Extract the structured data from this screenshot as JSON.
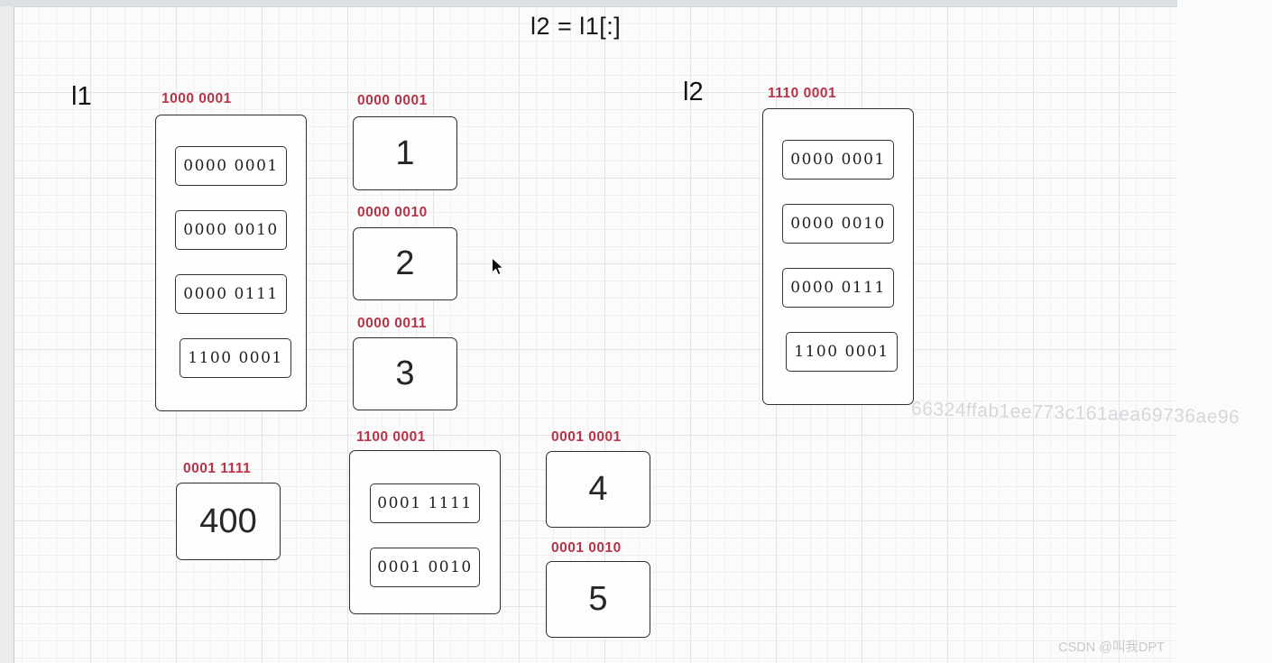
{
  "diagram": {
    "title": "l2 = l1[:]",
    "l1": {
      "name": "l1",
      "address": "1000 0001",
      "cells": [
        "0000 0001",
        "0000 0010",
        "0000 0111",
        "1100 0001"
      ]
    },
    "l2": {
      "name": "l2",
      "address": "1110 0001",
      "cells": [
        "0000 0001",
        "0000 0010",
        "0000 0111",
        "1100 0001"
      ]
    },
    "values": {
      "v1": {
        "address": "0000 0001",
        "value": "1"
      },
      "v2": {
        "address": "0000 0010",
        "value": "2"
      },
      "v3": {
        "address": "0000 0011",
        "value": "3"
      },
      "v400": {
        "address": "0001 1111",
        "value": "400"
      },
      "v4": {
        "address": "0001 0001",
        "value": "4"
      },
      "v5": {
        "address": "0001 0010",
        "value": "5"
      }
    },
    "list400": {
      "address": "1100 0001",
      "cells": [
        "0001 1111",
        "0001 0010"
      ]
    }
  },
  "watermarks": {
    "hash": "66324ffab1ee773c161aea69736ae96",
    "csdn": "CSDN @叫我DPT"
  },
  "colors": {
    "address_red": "#b73446",
    "ink": "#2f2f2f"
  }
}
